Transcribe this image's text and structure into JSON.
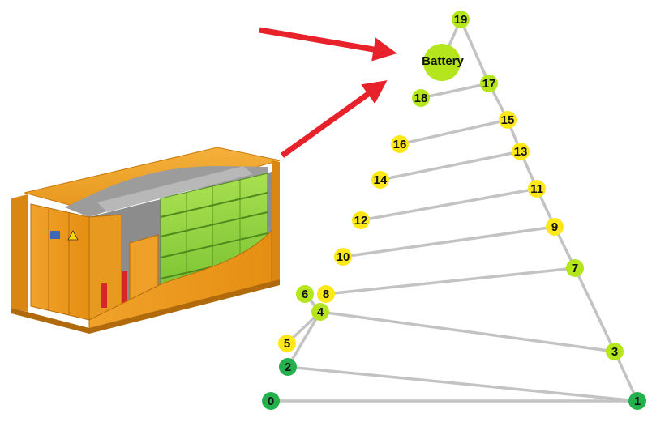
{
  "diagram": {
    "battery": {
      "label": "Battery",
      "color": "#b5e61d"
    },
    "edge_color": "#c3c3c3",
    "arrow_color": "#e8222a",
    "node_colors": {
      "dark_green": "#22b14c",
      "light_green": "#b5e61d",
      "yellow": "#ffe81a"
    },
    "nodes": [
      {
        "id": "0",
        "label": "0",
        "color": "dark_green"
      },
      {
        "id": "1",
        "label": "1",
        "color": "dark_green"
      },
      {
        "id": "2",
        "label": "2",
        "color": "dark_green"
      },
      {
        "id": "3",
        "label": "3",
        "color": "light_green"
      },
      {
        "id": "4",
        "label": "4",
        "color": "light_green"
      },
      {
        "id": "5",
        "label": "5",
        "color": "yellow"
      },
      {
        "id": "6",
        "label": "6",
        "color": "light_green"
      },
      {
        "id": "7",
        "label": "7",
        "color": "light_green"
      },
      {
        "id": "8",
        "label": "8",
        "color": "yellow"
      },
      {
        "id": "9",
        "label": "9",
        "color": "yellow"
      },
      {
        "id": "10",
        "label": "10",
        "color": "yellow"
      },
      {
        "id": "11",
        "label": "11",
        "color": "yellow"
      },
      {
        "id": "12",
        "label": "12",
        "color": "yellow"
      },
      {
        "id": "13",
        "label": "13",
        "color": "yellow"
      },
      {
        "id": "14",
        "label": "14",
        "color": "yellow"
      },
      {
        "id": "15",
        "label": "15",
        "color": "yellow"
      },
      {
        "id": "16",
        "label": "16",
        "color": "yellow"
      },
      {
        "id": "17",
        "label": "17",
        "color": "light_green"
      },
      {
        "id": "18",
        "label": "18",
        "color": "light_green"
      },
      {
        "id": "19",
        "label": "19",
        "color": "light_green"
      }
    ],
    "edges": [
      [
        "0",
        "1"
      ],
      [
        "2",
        "1"
      ],
      [
        "1",
        "3"
      ],
      [
        "3",
        "4"
      ],
      [
        "4",
        "2"
      ],
      [
        "4",
        "5"
      ],
      [
        "4",
        "6"
      ],
      [
        "3",
        "7"
      ],
      [
        "7",
        "8"
      ],
      [
        "7",
        "9"
      ],
      [
        "9",
        "10"
      ],
      [
        "9",
        "11"
      ],
      [
        "11",
        "12"
      ],
      [
        "11",
        "13"
      ],
      [
        "13",
        "14"
      ],
      [
        "13",
        "15"
      ],
      [
        "15",
        "16"
      ],
      [
        "15",
        "17"
      ],
      [
        "17",
        "18"
      ],
      [
        "17",
        "19"
      ],
      [
        "19",
        "battery"
      ]
    ]
  }
}
